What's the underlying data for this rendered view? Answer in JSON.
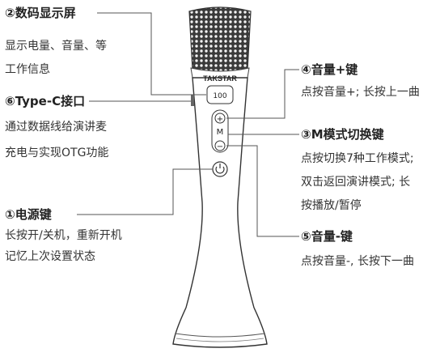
{
  "callouts": {
    "display": {
      "title": "②数码显示屏",
      "lines": [
        "显示电量、音量、等",
        "工作信息"
      ]
    },
    "typec": {
      "title": "⑥Type-C接口",
      "lines": [
        "通过数据线给演讲麦",
        "充电与实现OTG功能"
      ]
    },
    "power": {
      "title": "①电源键",
      "lines": [
        "长按开/关机，重新开机",
        "记忆上次设置状态"
      ]
    },
    "vol_up": {
      "title": "④音量+键",
      "lines": [
        "点按音量+; 长按上一曲"
      ]
    },
    "mode": {
      "title": "③M模式切换键",
      "lines": [
        "点按切换7种工作模式;",
        "双击返回演讲模式; 长",
        "按播放/暂停"
      ]
    },
    "vol_down": {
      "title": "⑤音量-键",
      "lines": [
        "点按音量-, 长按下一曲"
      ]
    }
  },
  "device": {
    "brand": "TAKSTAR",
    "display_reading": "100",
    "btn_plus": "+",
    "btn_mode": "M",
    "btn_minus": "−"
  }
}
